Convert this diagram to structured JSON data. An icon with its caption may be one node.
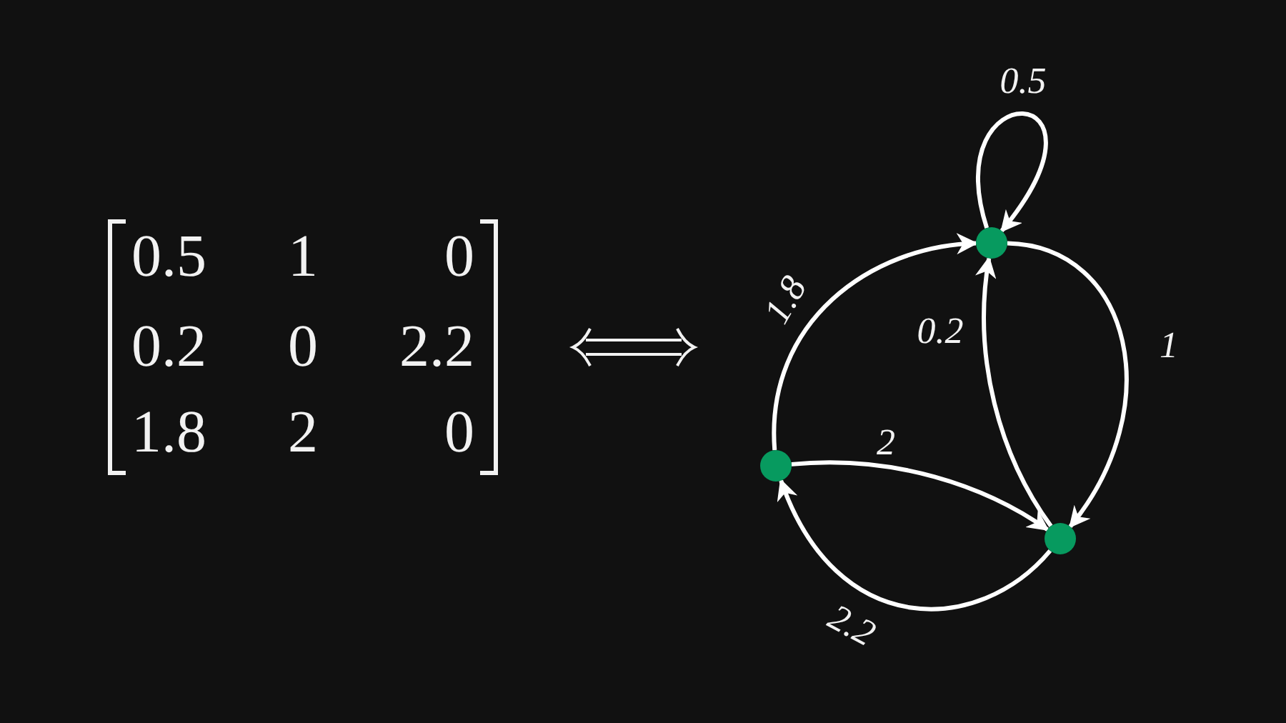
{
  "diagram": {
    "nodes": [
      {
        "text": [],
        "shape": "circle"
      },
      {
        "text": [],
        "shape": "circle"
      },
      {
        "text": [],
        "shape": "circle"
      }
    ],
    "edges": [
      {
        "from": 0,
        "to": 0,
        "arrow": "to",
        "label": "0.5"
      },
      {
        "from": 0,
        "to": 2,
        "arrow": "to",
        "label": "1"
      },
      {
        "from": 2,
        "to": 0,
        "arrow": "to",
        "label": "0.2"
      },
      {
        "from": 2,
        "to": 1,
        "arrow": "to",
        "label": "2.2"
      },
      {
        "from": 1,
        "to": 0,
        "arrow": "to",
        "label": "1.8"
      },
      {
        "from": 1,
        "to": 2,
        "arrow": "to",
        "label": "2"
      }
    ],
    "labels": [
      "0.5",
      "1",
      "0",
      "0.2",
      "0",
      "2.2",
      "1.8",
      "2",
      "0"
    ]
  }
}
